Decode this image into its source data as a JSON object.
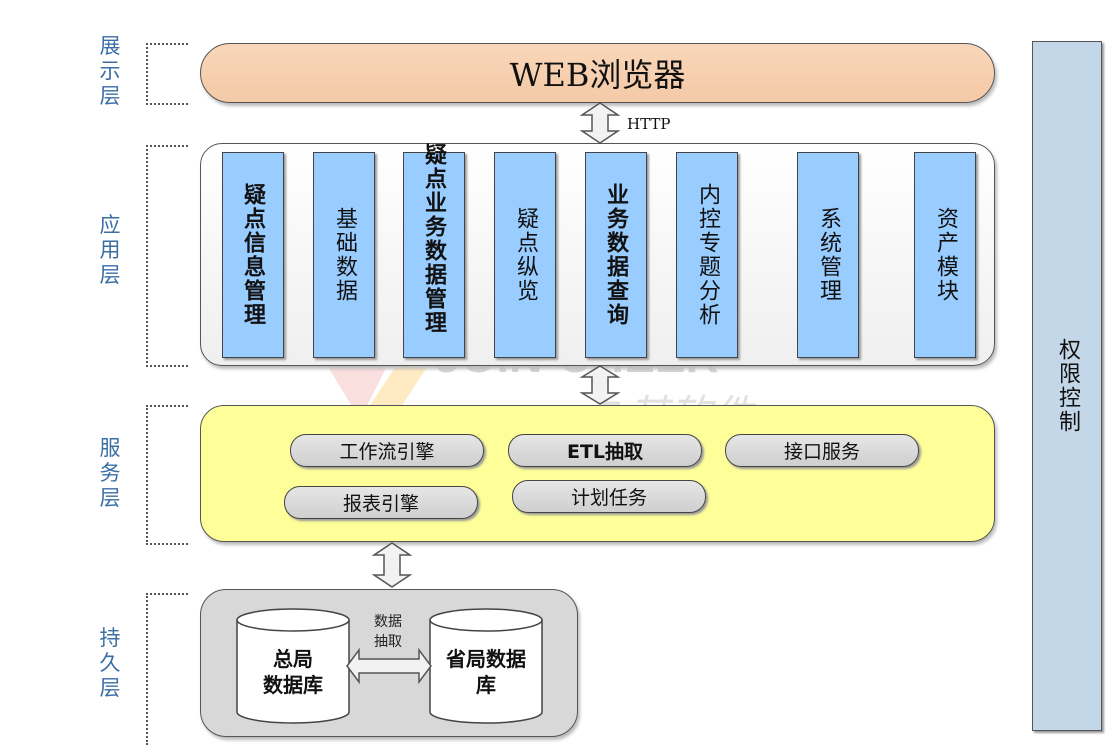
{
  "layers": [
    {
      "label": "展示层"
    },
    {
      "label": "应用层"
    },
    {
      "label": "服务层"
    },
    {
      "label": "持久层"
    }
  ],
  "presentation": {
    "title": "WEB浏览器",
    "protocol": "HTTP"
  },
  "application": {
    "modules": [
      {
        "label": "疑点信息管理",
        "bold": true
      },
      {
        "label": "基础数据",
        "bold": false
      },
      {
        "label": "疑点业务数据管理",
        "bold": true
      },
      {
        "label": "疑点纵览",
        "bold": false
      },
      {
        "label": "业务数据查询",
        "bold": true
      },
      {
        "label": "内控专题分析",
        "bold": false
      },
      {
        "label": "系统管理",
        "bold": false
      },
      {
        "label": "资产模块",
        "bold": false
      }
    ]
  },
  "service": {
    "items": [
      {
        "label": "工作流引擎"
      },
      {
        "label": "ETL抽取"
      },
      {
        "label": "接口服务"
      },
      {
        "label": "报表引擎"
      },
      {
        "label": "计划任务"
      }
    ]
  },
  "persistence": {
    "central_db": "总局数据库",
    "central_db_lines": [
      "总局",
      "数据库"
    ],
    "provincial_db_lines": [
      "省局数据",
      "库"
    ],
    "extract_label_lines": [
      "数据",
      "抽取"
    ]
  },
  "permission": {
    "label": "权限控制"
  },
  "watermark": {
    "latin": "JOIN-CHEER",
    "chinese": "久其软件"
  },
  "colors": {
    "browser_fill": "#f7cfae",
    "module_fill": "#99ccff",
    "service_fill": "#ffff99",
    "persistence_fill": "#d8d8d8",
    "permission_fill": "#c4d7e8",
    "layer_label": "#3b6ea5"
  }
}
